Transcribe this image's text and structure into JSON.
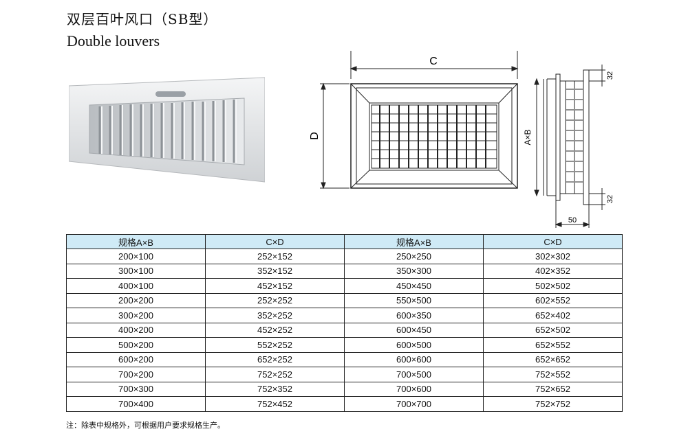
{
  "title_cn": "双层百叶风口（SB型）",
  "title_en": "Double louvers",
  "drawing": {
    "label_c": "C",
    "label_d": "D",
    "label_axb": "A×B",
    "dim_top": "32",
    "dim_bottom": "32",
    "dim_depth": "50"
  },
  "table": {
    "headers": [
      "规格A×B",
      "C×D",
      "规格A×B",
      "C×D"
    ],
    "rows": [
      [
        "200×100",
        "252×152",
        "250×250",
        "302×302"
      ],
      [
        "300×100",
        "352×152",
        "350×300",
        "402×352"
      ],
      [
        "400×100",
        "452×152",
        "450×450",
        "502×502"
      ],
      [
        "200×200",
        "252×252",
        "550×500",
        "602×552"
      ],
      [
        "300×200",
        "352×252",
        "600×350",
        "652×402"
      ],
      [
        "400×200",
        "452×252",
        "600×450",
        "652×502"
      ],
      [
        "500×200",
        "552×252",
        "600×500",
        "652×552"
      ],
      [
        "600×200",
        "652×252",
        "600×600",
        "652×652"
      ],
      [
        "700×200",
        "752×252",
        "700×500",
        "752×552"
      ],
      [
        "700×300",
        "752×352",
        "700×600",
        "752×652"
      ],
      [
        "700×400",
        "752×452",
        "700×700",
        "752×752"
      ]
    ]
  },
  "note": "注：除表中规格外，可根据用户要求规格生产。"
}
